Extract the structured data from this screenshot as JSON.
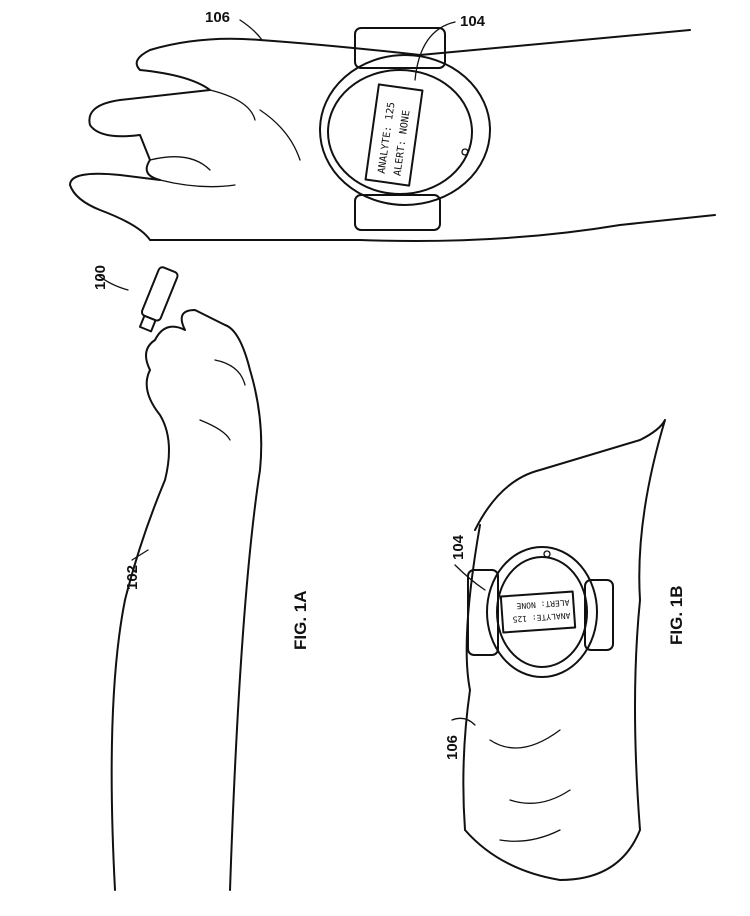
{
  "figure_1b_top": {
    "ref_hand": "106",
    "ref_watch": "104",
    "display": {
      "line1": "ANALYTE: 125",
      "line2": "ALERT: NONE"
    }
  },
  "figure_1a": {
    "ref_device": "100",
    "ref_arm": "102",
    "caption": "FIG. 1A"
  },
  "figure_1b": {
    "ref_watch": "104",
    "ref_hand": "106",
    "display": {
      "line1": "ANALYTE: 125",
      "line2": "ALERT: NONE"
    },
    "caption": "FIG. 1B"
  }
}
